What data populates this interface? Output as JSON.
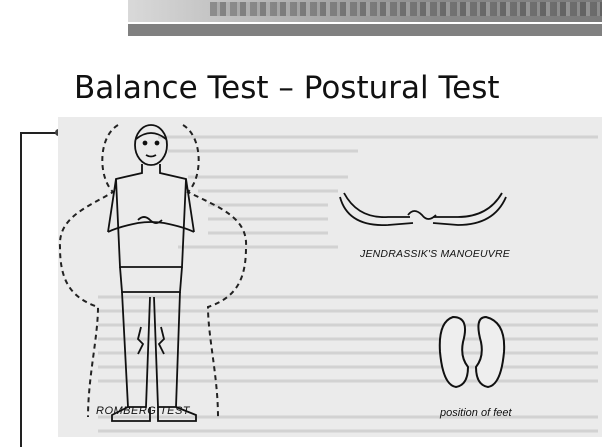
{
  "slide": {
    "title": "Balance Test – Postural Test"
  },
  "figure": {
    "captions": {
      "romberg": "ROMBERG TEST",
      "jendrassik": "JENDRASSIK'S MANOEUVRE",
      "feet": "position of feet"
    }
  }
}
